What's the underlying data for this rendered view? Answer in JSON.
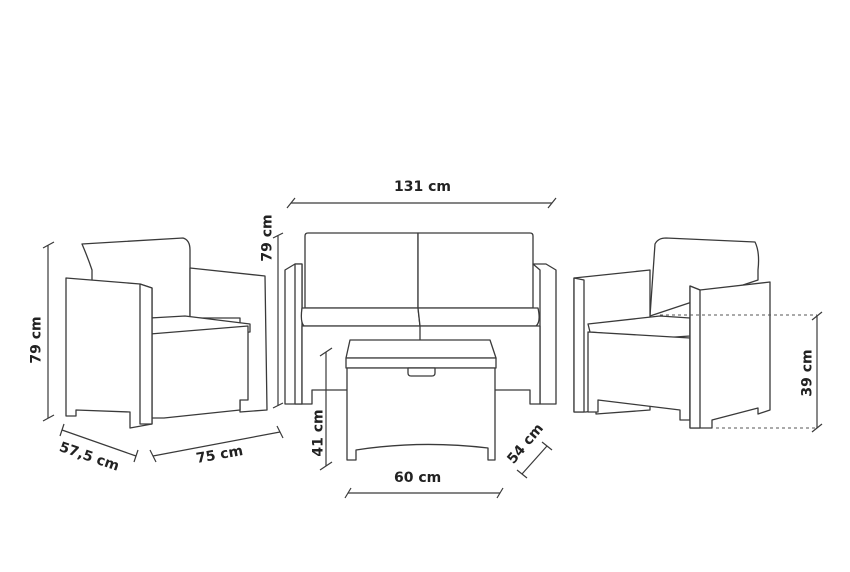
{
  "diagram": {
    "type": "furniture-dimension-drawing",
    "items": [
      {
        "name": "armchair-left",
        "height": "79 cm",
        "depth": "57,5 cm",
        "width": "75 cm"
      },
      {
        "name": "sofa",
        "width": "131 cm",
        "height": "79 cm"
      },
      {
        "name": "coffee-table",
        "width": "60 cm",
        "depth": "54 cm",
        "height": "41 cm"
      },
      {
        "name": "armchair-right",
        "seat_height": "39 cm"
      }
    ]
  },
  "labels": {
    "sofa_width": "131 cm",
    "sofa_height": "79 cm",
    "chair_height": "79 cm",
    "chair_depth": "57,5 cm",
    "chair_width": "75 cm",
    "table_height": "41 cm",
    "table_width": "60 cm",
    "table_depth": "54 cm",
    "seat_height": "39 cm"
  },
  "colors": {
    "line": "#3a3a3a",
    "background": "#ffffff",
    "text": "#222222"
  }
}
